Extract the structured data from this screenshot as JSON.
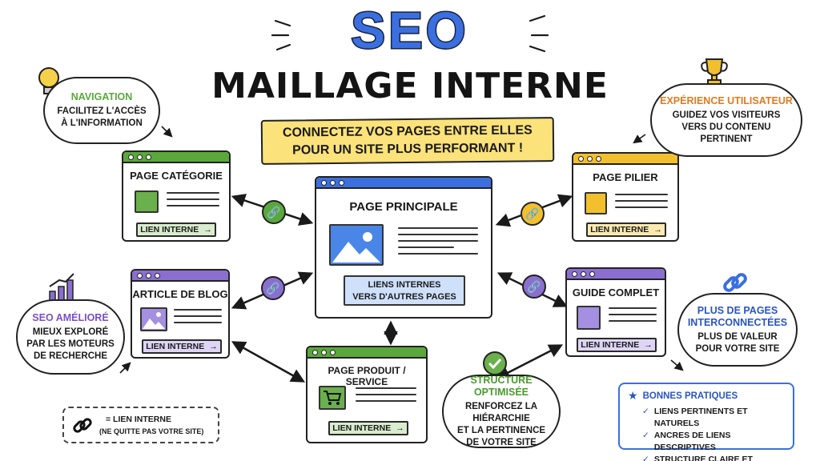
{
  "title": {
    "main": "SEO",
    "sub": "MAILLAGE INTERNE"
  },
  "banner": {
    "line1": "CONNECTEZ VOS PAGES ENTRE ELLES",
    "line2": "POUR UN SITE PLUS PERFORMANT !"
  },
  "pages": {
    "principale": {
      "title": "PAGE PRINCIPALE",
      "box_line1": "LIENS INTERNES",
      "box_line2": "VERS D'AUTRES PAGES"
    },
    "categorie": {
      "title": "PAGE CATÉGORIE",
      "link": "LIEN INTERNE"
    },
    "pilier": {
      "title": "PAGE PILIER",
      "link": "LIEN INTERNE"
    },
    "blog": {
      "title": "ARTICLE DE BLOG",
      "link": "LIEN INTERNE"
    },
    "guide": {
      "title": "GUIDE COMPLET",
      "link": "LIEN INTERNE"
    },
    "produit": {
      "title": "PAGE PRODUIT / SERVICE",
      "link": "LIEN INTERNE"
    }
  },
  "clouds": {
    "navigation": {
      "title": "NAVIGATION",
      "line1": "FACILITEZ L'ACCÈS",
      "line2": "À L'INFORMATION"
    },
    "experience": {
      "title": "EXPÉRIENCE UTILISATEUR",
      "line1": "GUIDEZ VOS VISITEURS",
      "line2": "VERS DU CONTENU",
      "line3": "PERTINENT"
    },
    "seo": {
      "title": "SEO AMÉLIORÉ",
      "line1": "MIEUX EXPLORÉ",
      "line2": "PAR LES MOTEURS",
      "line3": "DE RECHERCHE"
    },
    "plus": {
      "title1": "PLUS DE PAGES",
      "title2": "INTERCONNECTÉES",
      "line1": "PLUS DE VALEUR",
      "line2": "POUR VOTRE SITE"
    },
    "structure": {
      "title": "STRUCTURE OPTIMISÉE",
      "line1": "RENFORCEZ LA HIÉRARCHIE",
      "line2": "ET LA PERTINENCE",
      "line3": "DE VOTRE SITE"
    }
  },
  "legend": {
    "line1": "= LIEN INTERNE",
    "line2": "(NE QUITTE PAS VOTRE SITE)"
  },
  "practices": {
    "title": "BONNES PRATIQUES",
    "items": [
      "LIENS PERTINENTS ET NATURELS",
      "ANCRES DE LIENS DESCRIPTIVES",
      "STRUCTURE CLAIRE ET LOGIQUE"
    ]
  },
  "colors": {
    "blue": "#3b6fe0",
    "green": "#5aa83c",
    "yellow": "#f2c02c",
    "purple": "#8a6fd1",
    "banner": "#fbe27a"
  },
  "icons": [
    "lightbulb-icon",
    "trophy-icon",
    "bar-chart-icon",
    "chain-link-icon",
    "checkmark-icon",
    "star-icon",
    "cart-icon",
    "image-icon",
    "arrow-right-icon"
  ]
}
